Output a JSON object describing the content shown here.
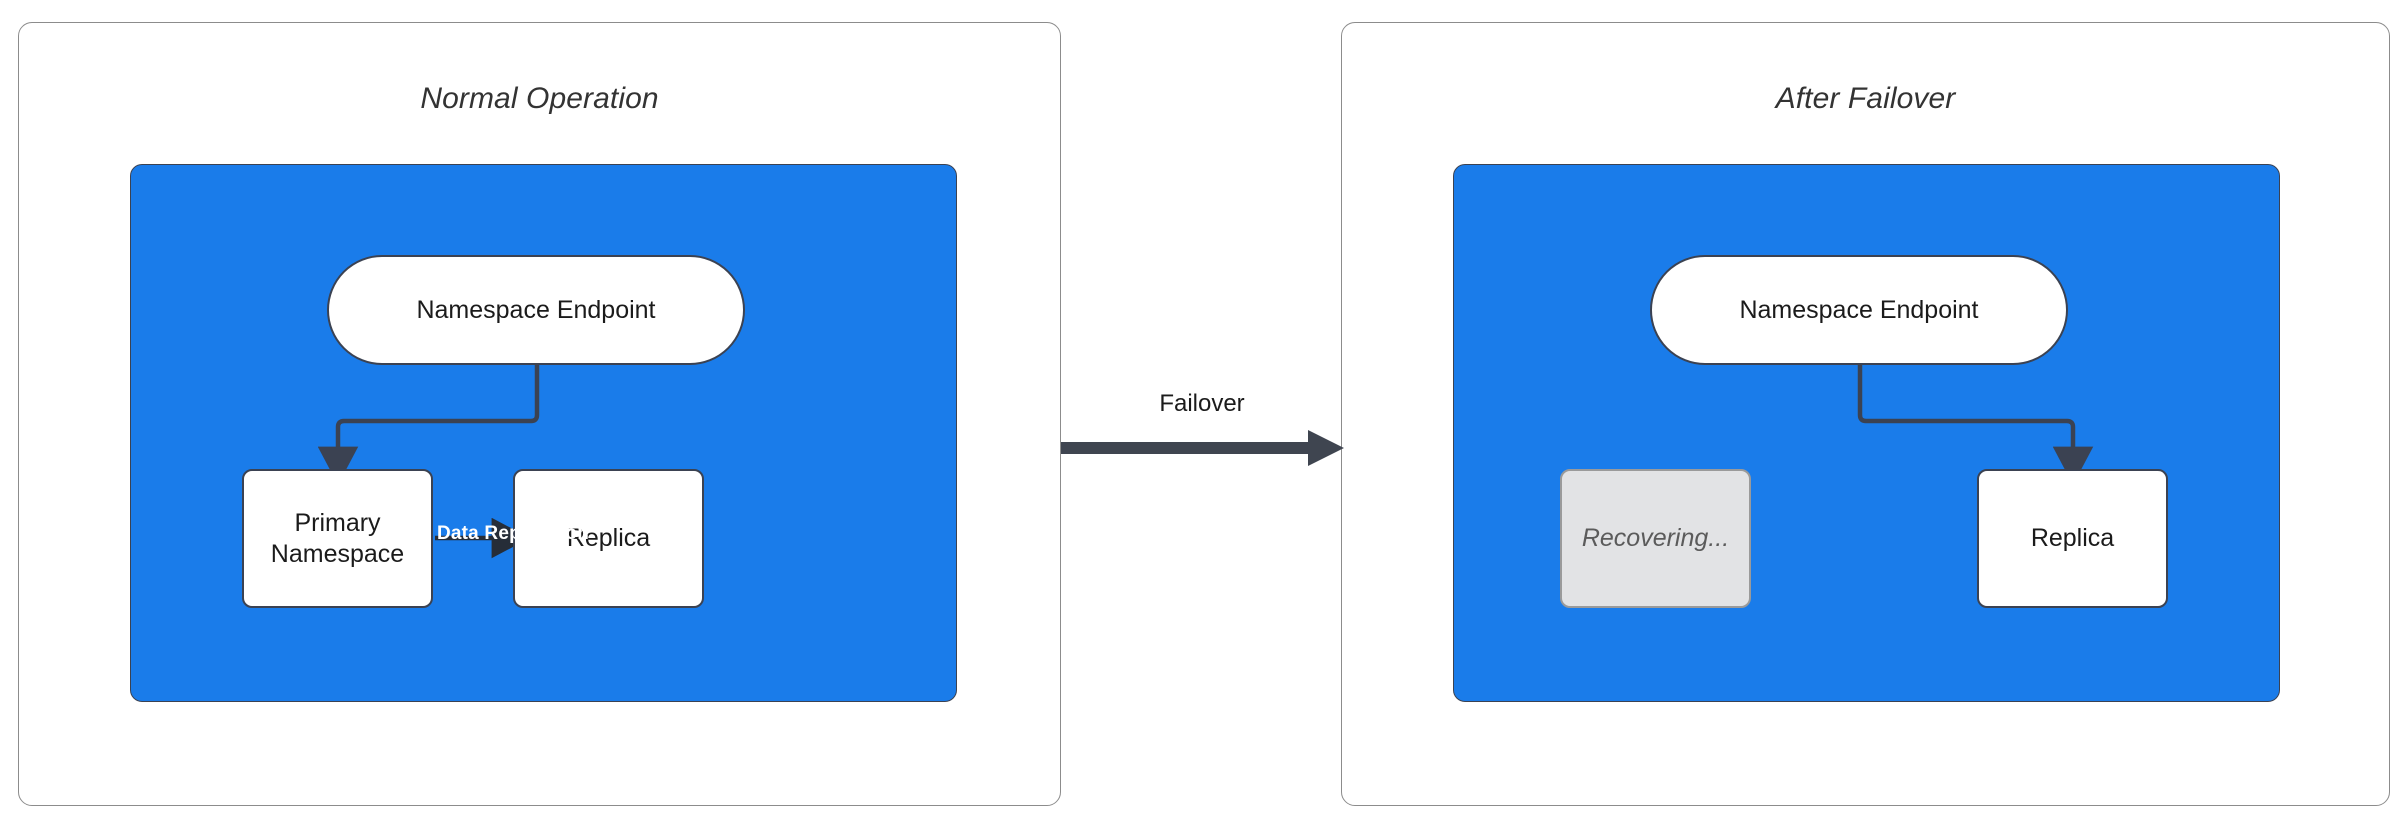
{
  "diagram": {
    "type": "flow",
    "title": "",
    "background": "#ffffff",
    "accent_color": "#1a7cea",
    "stroke_color": "#3b4252",
    "muted_color": "#e2e3e5"
  },
  "panels": [
    {
      "id": "normal-operation",
      "title": "Normal Operation",
      "nodes": [
        {
          "id": "endpoint-left",
          "label": "Namespace Endpoint",
          "shape": "capsule",
          "state": "active"
        },
        {
          "id": "primary-namespace",
          "label": "Primary Namespace",
          "shape": "rounded-rect",
          "state": "active"
        },
        {
          "id": "replica-left",
          "label": "Replica",
          "shape": "rounded-rect",
          "state": "active"
        }
      ],
      "edges": [
        {
          "from": "endpoint-left",
          "to": "primary-namespace",
          "label": ""
        },
        {
          "from": "primary-namespace",
          "to": "replica-left",
          "label": "Data Replication"
        }
      ]
    },
    {
      "id": "after-failover",
      "title": "After Failover",
      "nodes": [
        {
          "id": "endpoint-right",
          "label": "Namespace Endpoint",
          "shape": "capsule",
          "state": "active"
        },
        {
          "id": "recovering",
          "label": "Recovering...",
          "shape": "rounded-rect",
          "state": "recovering"
        },
        {
          "id": "replica-right",
          "label": "Replica",
          "shape": "rounded-rect",
          "state": "active"
        }
      ],
      "edges": [
        {
          "from": "endpoint-right",
          "to": "replica-right",
          "label": ""
        }
      ]
    }
  ],
  "transition": {
    "label": "Failover",
    "from_panel": "normal-operation",
    "to_panel": "after-failover",
    "direction": "right"
  }
}
